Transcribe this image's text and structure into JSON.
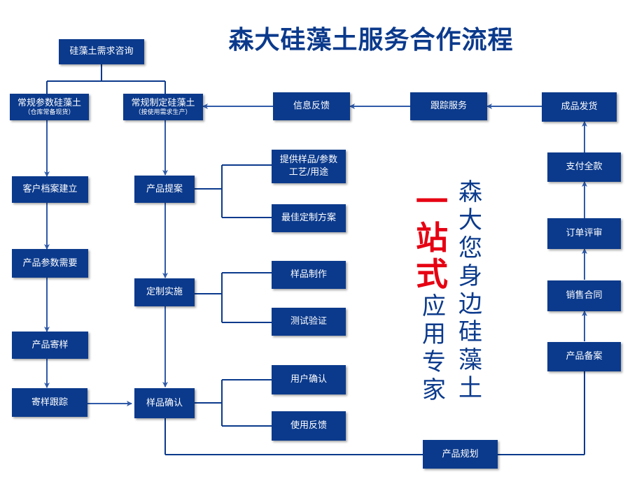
{
  "title": "森大硅藻土服务合作流程",
  "slogan": {
    "line_a": [
      "森",
      "大"
    ],
    "line_b": [
      "您",
      "身",
      "边",
      "硅",
      "藻",
      "土"
    ],
    "highlight": [
      "一",
      "站",
      "式"
    ],
    "line_c": [
      "应",
      "用",
      "专",
      "家"
    ]
  },
  "nodes": {
    "consult": "硅藻土需求咨询",
    "standard": "常规参数硅藻土",
    "standard_note": "（仓库常备现货）",
    "custom": "常规制定硅藻土",
    "custom_note": "（按使用需求生产）",
    "archive": "客户档案建立",
    "param_need": "产品参数需要",
    "sample_send": "产品寄样",
    "sample_track": "寄样跟踪",
    "proposal": "产品提案",
    "implement": "定制实施",
    "sample_confirm": "样品确认",
    "provide_sample": "提供样品/参数\n工艺/用途",
    "best_plan": "最佳定制方案",
    "sample_make": "样品制作",
    "test_verify": "测试验证",
    "user_confirm": "用户确认",
    "use_feedback": "使用反馈",
    "product_plan": "产品规划",
    "product_record": "产品备案",
    "sales_contract": "销售合同",
    "order_review": "订单评审",
    "full_payment": "支付全款",
    "ship": "成品发货",
    "track_service": "跟踪服务",
    "info_feedback": "信息反馈"
  },
  "colors": {
    "box": "#0b3a8c",
    "line": "#0b3a8c",
    "arrow": "#2f5aa8",
    "highlight": "#e60012"
  }
}
